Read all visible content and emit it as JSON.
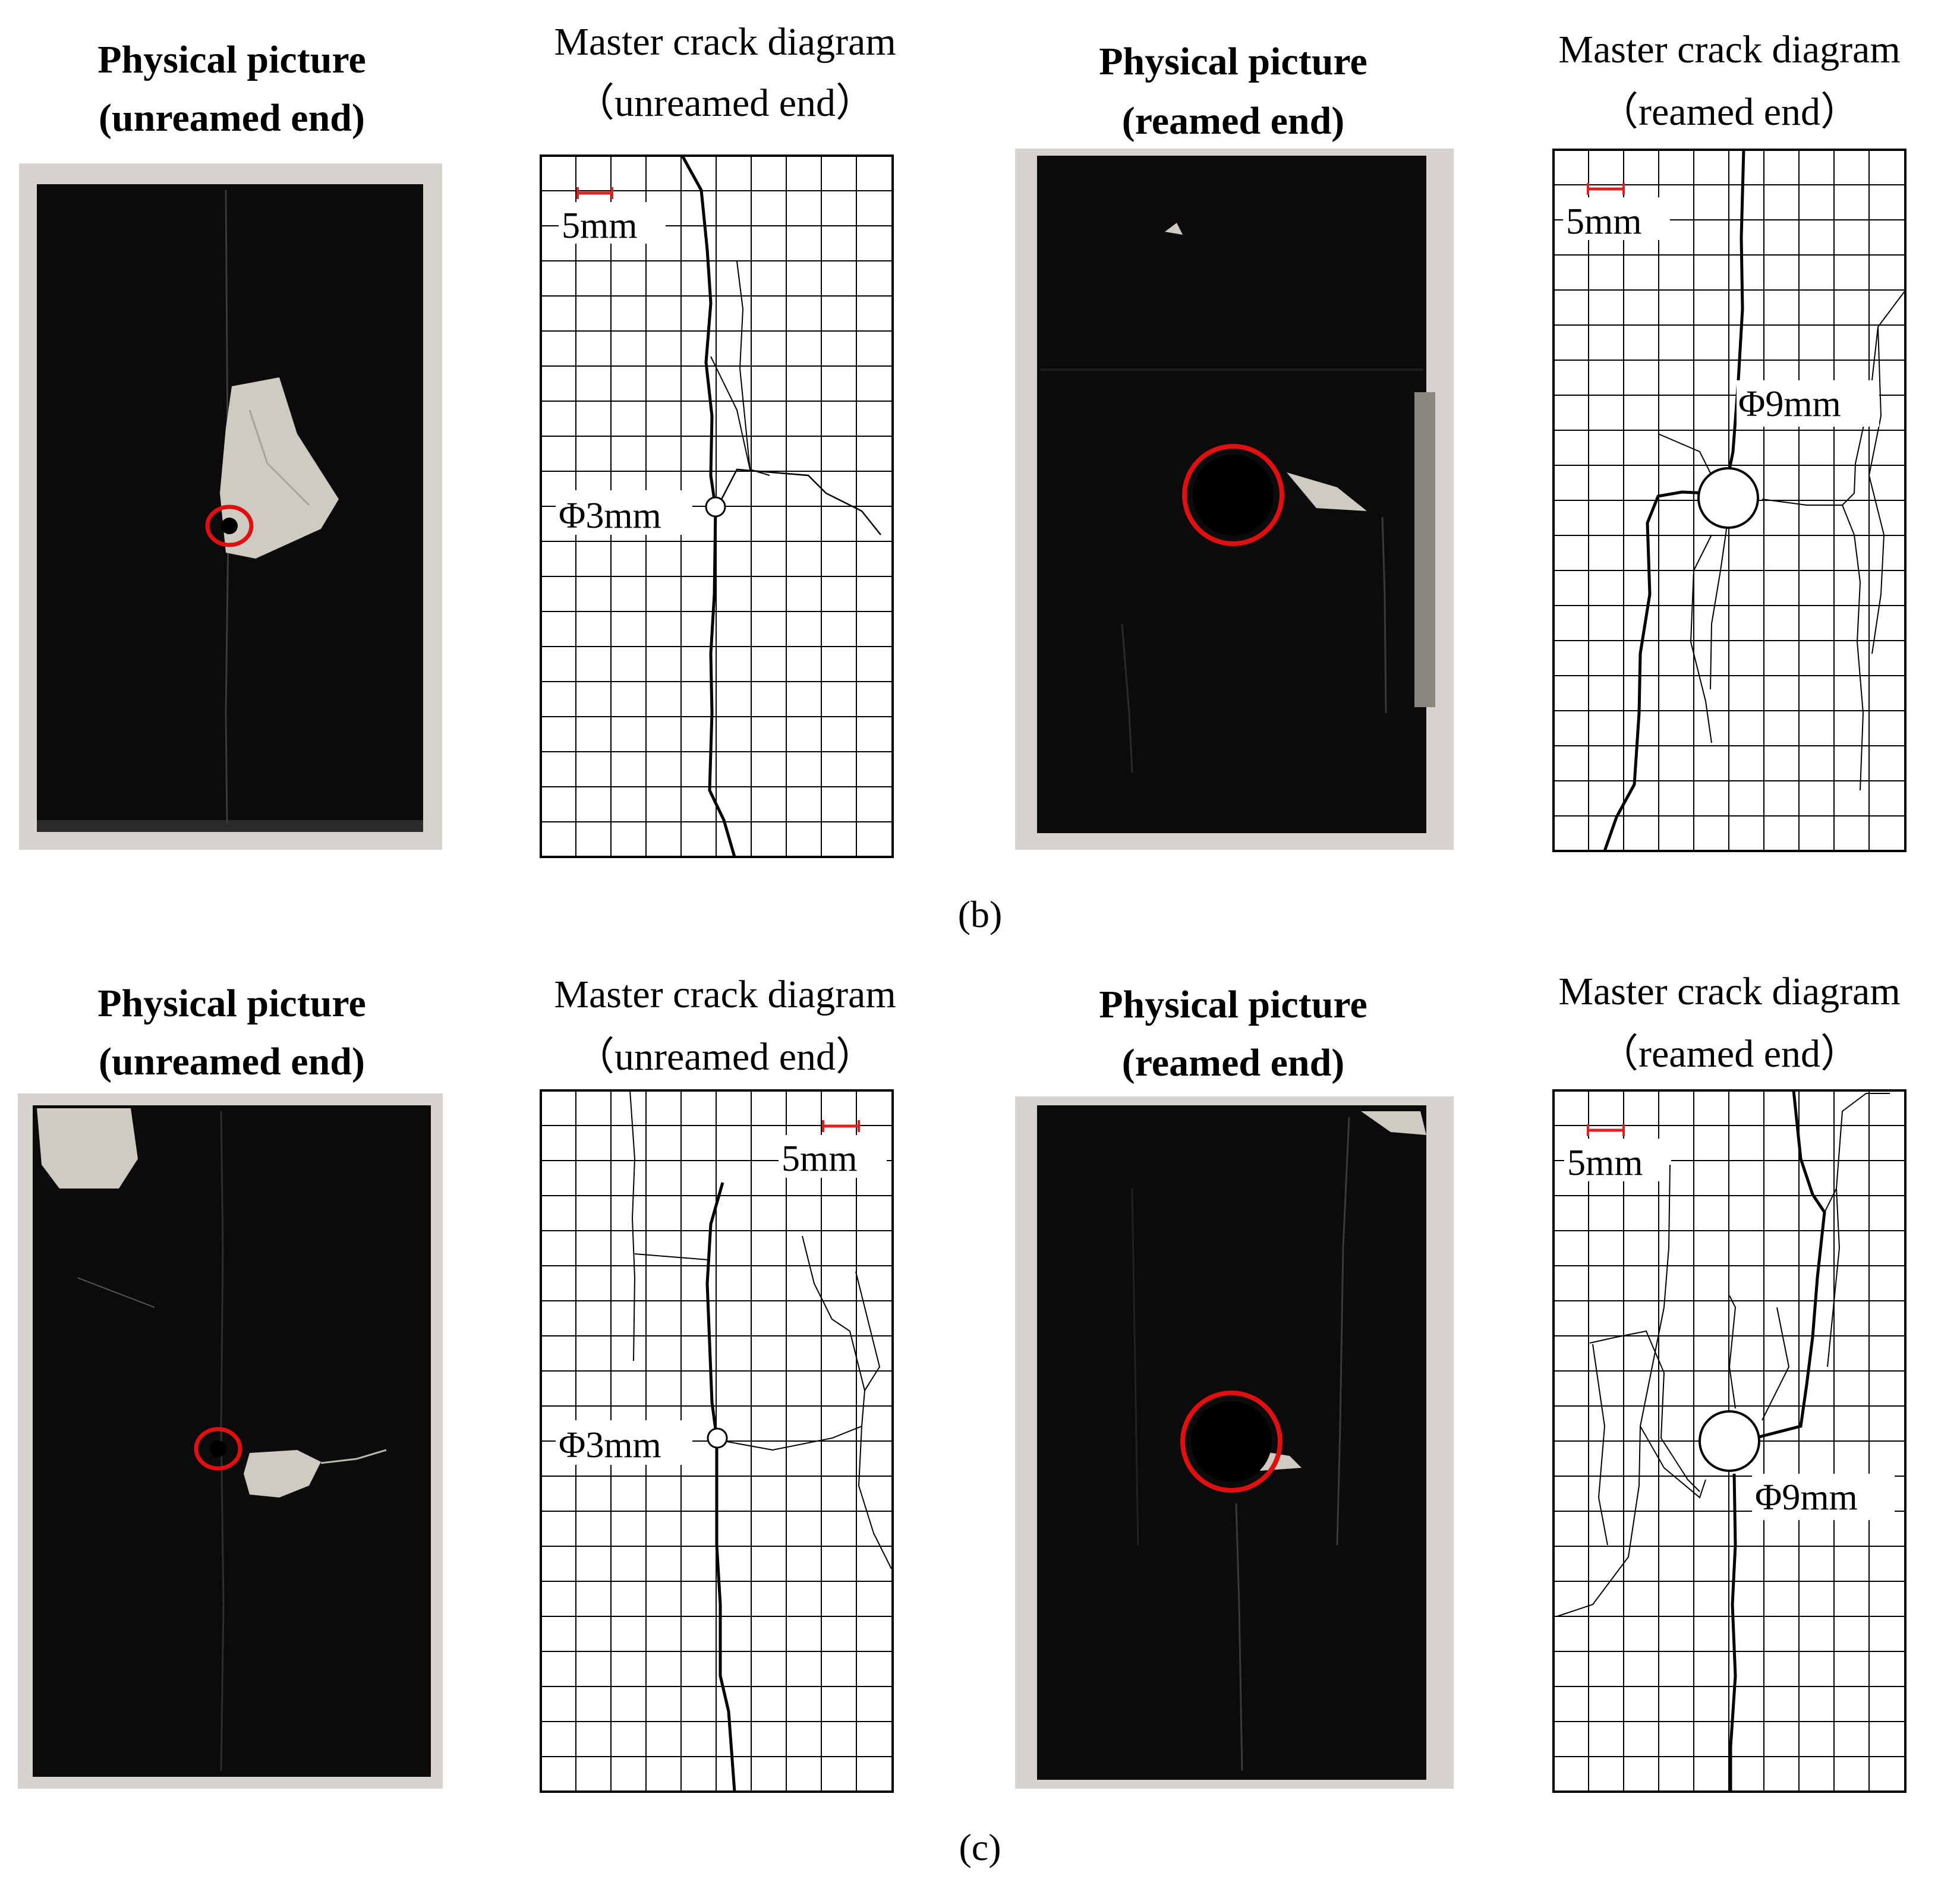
{
  "colors": {
    "specimen": "#0b0b0c",
    "highlight": "#e01010",
    "scale_bar": "#e02020",
    "spall": "#cfcac2",
    "grid": "#000000",
    "crack": "#000000"
  },
  "rows": [
    {
      "label": "(b)",
      "panels": [
        {
          "kind": "photo",
          "title_line1": "Physical picture",
          "title_line2": "(unreamed end)"
        },
        {
          "kind": "diagram",
          "title_line1": "Master crack diagram",
          "title_line2": "（unreamed end）",
          "scale_label": "5mm",
          "hole_label": "Φ3mm"
        },
        {
          "kind": "photo",
          "title_line1": "Physical picture",
          "title_line2": "(reamed end)"
        },
        {
          "kind": "diagram",
          "title_line1": "Master crack diagram",
          "title_line2": "（reamed end）",
          "scale_label": "5mm",
          "hole_label": "Φ9mm"
        }
      ]
    },
    {
      "label": "(c)",
      "panels": [
        {
          "kind": "photo",
          "title_line1": "Physical picture",
          "title_line2": "(unreamed end)"
        },
        {
          "kind": "diagram",
          "title_line1": "Master crack diagram",
          "title_line2": "（unreamed end）",
          "scale_label": "5mm",
          "hole_label": "Φ3mm"
        },
        {
          "kind": "photo",
          "title_line1": "Physical picture",
          "title_line2": "(reamed end)"
        },
        {
          "kind": "diagram",
          "title_line1": "Master crack diagram",
          "title_line2": "（reamed end）",
          "scale_label": "5mm",
          "hole_label": "Φ9mm"
        }
      ]
    }
  ]
}
